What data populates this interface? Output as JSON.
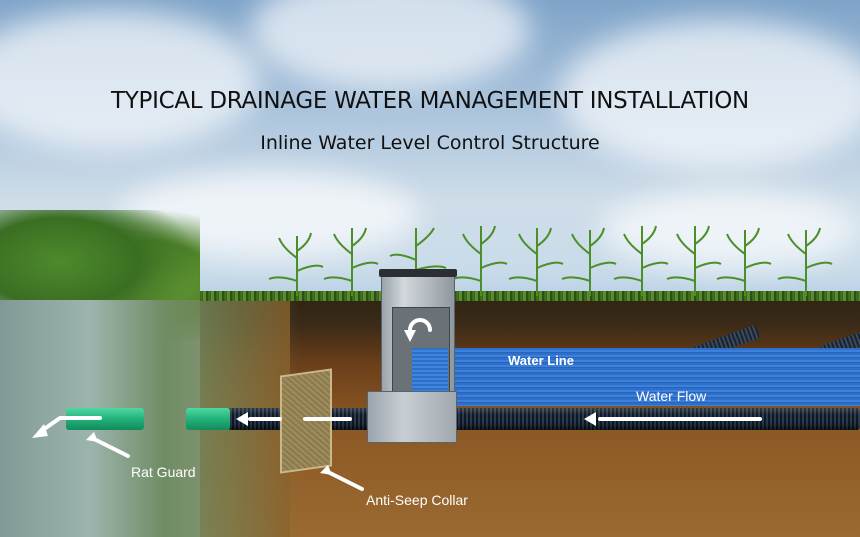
{
  "diagram": {
    "title": "TYPICAL DRAINAGE WATER MANAGEMENT INSTALLATION",
    "subtitle": "Inline Water Level Control Structure",
    "labels": {
      "water_line": "Water Line",
      "water_flow": "Water Flow",
      "rat_guard": "Rat Guard",
      "anti_seep_collar": "Anti-Seep Collar"
    },
    "components": [
      "ditch-outlet",
      "rat-guard-pipe",
      "anti-seep-collar",
      "drain-tile-pipe",
      "inline-control-structure",
      "water-table",
      "corn-crop-row"
    ],
    "colors": {
      "sky": "#a9c3dc",
      "soil": "#8a5522",
      "water": "#2f6fc9",
      "pipe": "#0e1722",
      "rat_guard_pipe": "#22b27a",
      "structure": "#b6bdc3",
      "label_text": "#ffffff",
      "title_text": "#111111"
    }
  }
}
